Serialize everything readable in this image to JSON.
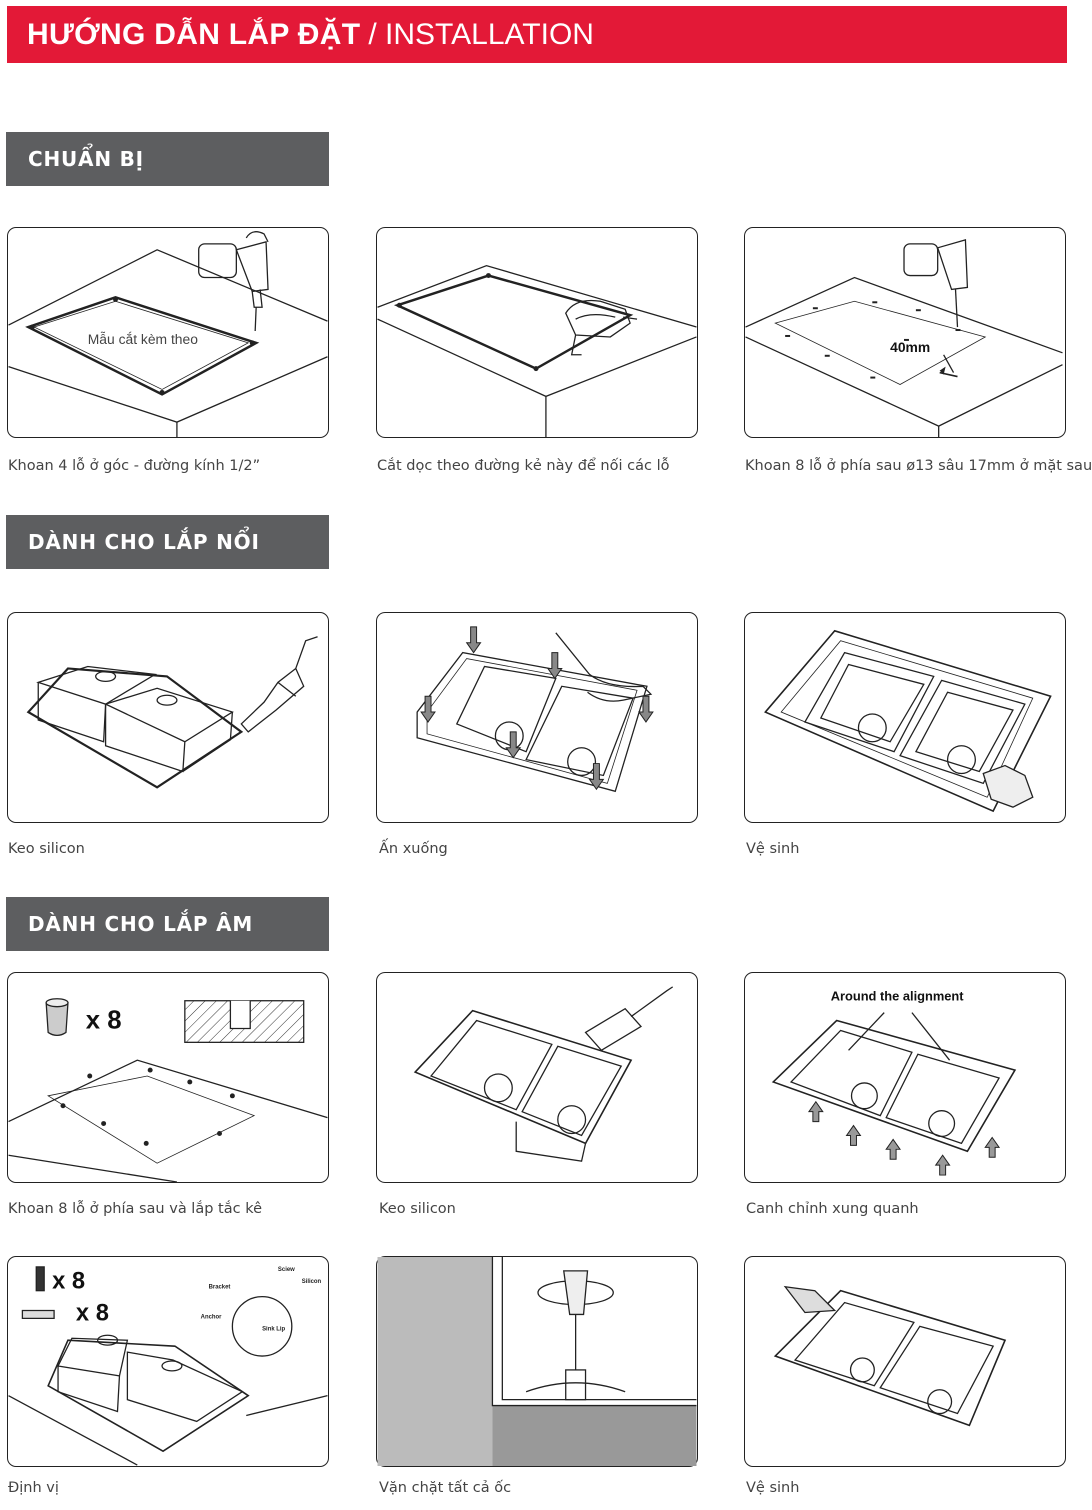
{
  "header": {
    "title_bold": "HƯỚNG DẪN LẮP ĐẶT",
    "title_light": "/ INSTALLATION"
  },
  "sections": {
    "prep": "CHUẨN BỊ",
    "top_mount": "DÀNH CHO LẮP NỔI",
    "under_mount": "DÀNH CHO LẮP ÂM"
  },
  "prep": {
    "template_label": "Mẫu cắt kèm theo",
    "dimension_label": "40mm",
    "captions": [
      "Khoan 4 lỗ ở góc - đường kính 1/2”",
      "Cắt dọc theo đường kẻ này để nối các lỗ",
      "Khoan 8 lỗ ở phía sau ø13 sâu 17mm ở mặt sau"
    ]
  },
  "top_mount": {
    "captions": [
      "Keo silicon",
      "Ấn xuống",
      "Vệ sinh"
    ]
  },
  "under_mount": {
    "row1": {
      "anchor_count": "x 8",
      "alignment_label": "Around the alignment",
      "captions": [
        "Khoan 8 lỗ ở phía sau và lắp tắc kê",
        "Keo silicon",
        "Canh chỉnh xung quanh"
      ]
    },
    "row2": {
      "screw_count": "x 8",
      "bracket_count": "x 8",
      "parts": {
        "screw": "Sciew",
        "bracket": "Bracket",
        "silicon": "Silicon",
        "anchor": "Anchor",
        "sink_lip": "Sink Lip"
      },
      "captions": [
        "Định vị",
        "Vặn chặt tất cả ốc",
        "Vệ sinh"
      ]
    }
  },
  "colors": {
    "banner": "#e31937",
    "section": "#5d5e60",
    "line": "#222222"
  }
}
